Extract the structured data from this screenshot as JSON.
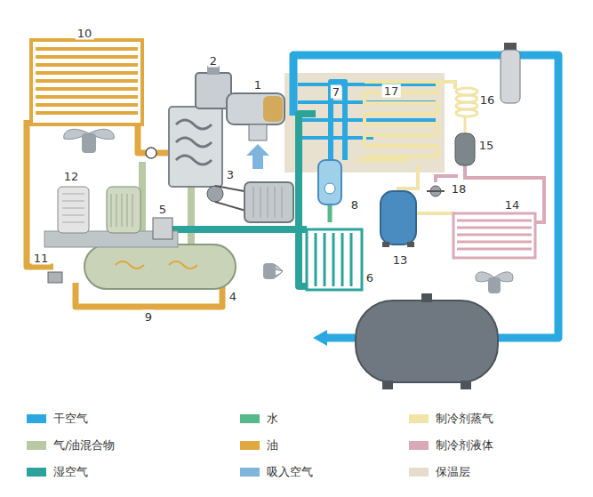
{
  "diagram": {
    "labels": [
      "10",
      "2",
      "1",
      "17",
      "7",
      "16",
      "15",
      "3",
      "12",
      "5",
      "8",
      "18",
      "14",
      "11",
      "13",
      "4",
      "6",
      "9"
    ],
    "legend": [
      {
        "text": "干空气",
        "color": "#2aa8df"
      },
      {
        "text": "水",
        "color": "#56b98a"
      },
      {
        "text": "制冷剂蒸气",
        "color": "#f1e4a8"
      },
      {
        "text": "气/油混合物",
        "color": "#b9c9a6"
      },
      {
        "text": "油",
        "color": "#e0a840"
      },
      {
        "text": "制冷剂液体",
        "color": "#d9a9b7"
      },
      {
        "text": "湿空气",
        "color": "#2ba39b"
      },
      {
        "text": "吸入空气",
        "color": "#7fb4dd"
      },
      {
        "text": "保温层",
        "color": "#e5dccb"
      }
    ]
  }
}
